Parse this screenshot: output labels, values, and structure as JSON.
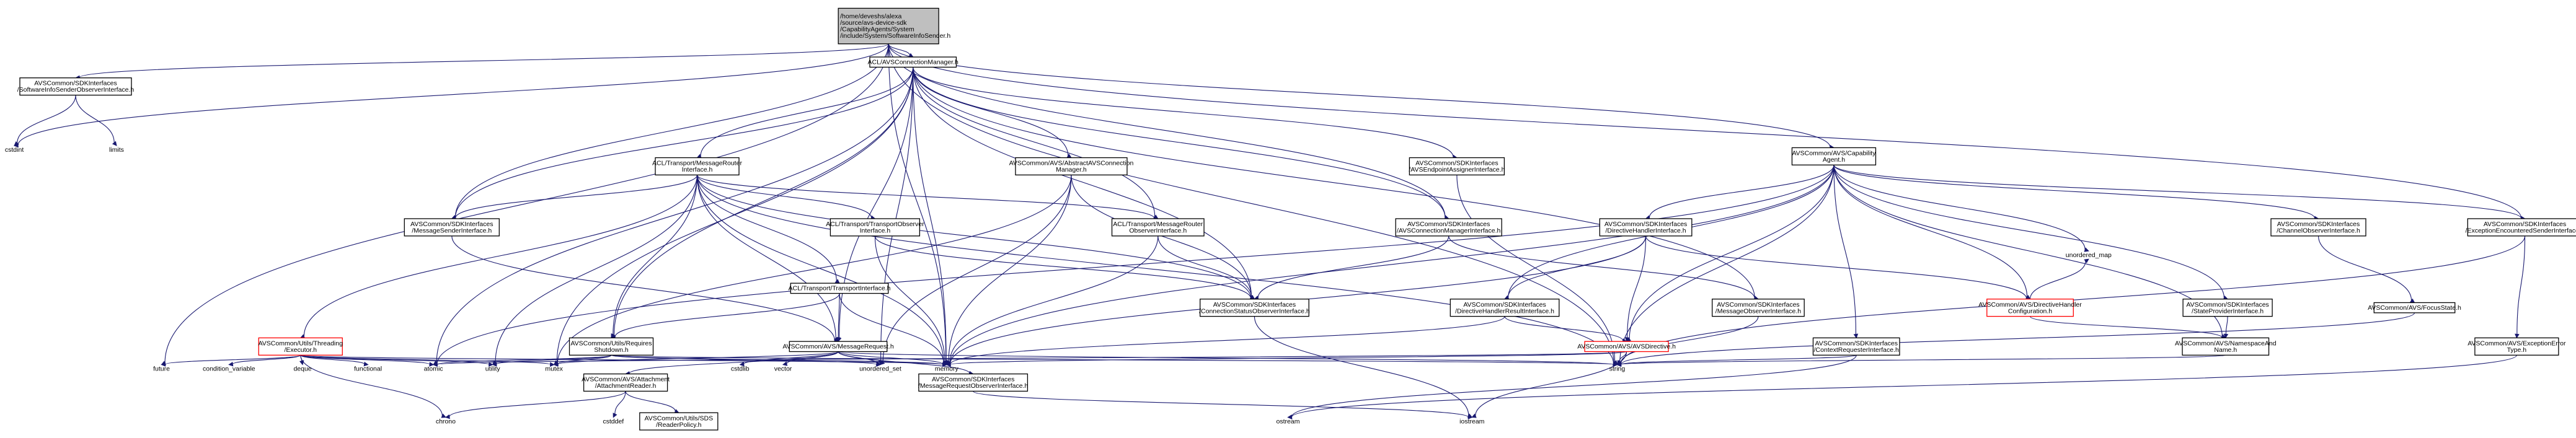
{
  "diagram": {
    "type": "include-dependency-graph",
    "colors": {
      "edge": "#191970",
      "root_fill": "#bfbfbf",
      "node_border": "#000000",
      "truncated_border": "#ff0000",
      "background": "#ffffff"
    },
    "nodes": [
      {
        "id": "root",
        "kind": "box",
        "style": "root",
        "lines": [
          "/home/deveshs/alexa",
          "/source/avs-device-sdk",
          "/CapabilityAgents/System",
          "/include/System/SoftwareInfoSender.h"
        ]
      },
      {
        "id": "acl_conn",
        "kind": "box",
        "lines": [
          "ACL/AVSConnectionManager.h"
        ]
      },
      {
        "id": "swinfo_obs",
        "kind": "box",
        "lines": [
          "AVSCommon/SDKInterfaces",
          "/SoftwareInfoSenderObserverInterface.h"
        ]
      },
      {
        "id": "cap_agent",
        "kind": "box",
        "lines": [
          "AVSCommon/AVS/Capability",
          "Agent.h"
        ]
      },
      {
        "id": "exc_sender",
        "kind": "box",
        "lines": [
          "AVSCommon/SDKInterfaces",
          "/ExceptionEncounteredSenderInterface.h"
        ]
      },
      {
        "id": "msg_router_if",
        "kind": "box",
        "lines": [
          "ACL/Transport/MessageRouter",
          "Interface.h"
        ]
      },
      {
        "id": "abstract_conn",
        "kind": "box",
        "lines": [
          "AVSCommon/AVS/AbstractAVSConnection",
          "Manager.h"
        ]
      },
      {
        "id": "endpoint_assigner",
        "kind": "box",
        "lines": [
          "AVSCommon/SDKInterfaces",
          "/AVSEndpointAssignerInterface.h"
        ]
      },
      {
        "id": "msg_sender_if",
        "kind": "box",
        "lines": [
          "AVSCommon/SDKInterfaces",
          "/MessageSenderInterface.h"
        ]
      },
      {
        "id": "transport_obs",
        "kind": "box",
        "lines": [
          "ACL/Transport/TransportObserver",
          "Interface.h"
        ]
      },
      {
        "id": "msg_router_obs",
        "kind": "box",
        "lines": [
          "ACL/Transport/MessageRouter",
          "ObserverInterface.h"
        ]
      },
      {
        "id": "avs_conn_mgr_if",
        "kind": "box",
        "lines": [
          "AVSCommon/SDKInterfaces",
          "/AVSConnectionManagerInterface.h"
        ]
      },
      {
        "id": "directive_handler_if",
        "kind": "box",
        "lines": [
          "AVSCommon/SDKInterfaces",
          "/DirectiveHandlerInterface.h"
        ]
      },
      {
        "id": "channel_obs",
        "kind": "box",
        "lines": [
          "AVSCommon/SDKInterfaces",
          "/ChannelObserverInterface.h"
        ]
      },
      {
        "id": "transport_if",
        "kind": "box",
        "lines": [
          "ACL/Transport/TransportInterface.h"
        ]
      },
      {
        "id": "conn_status_obs",
        "kind": "box",
        "lines": [
          "AVSCommon/SDKInterfaces",
          "/ConnectionStatusObserverInterface.h"
        ]
      },
      {
        "id": "directive_result_if",
        "kind": "box",
        "lines": [
          "AVSCommon/SDKInterfaces",
          "/DirectiveHandlerResultInterface.h"
        ]
      },
      {
        "id": "msg_obs_if",
        "kind": "box",
        "lines": [
          "AVSCommon/SDKInterfaces",
          "/MessageObserverInterface.h"
        ]
      },
      {
        "id": "directive_handler_cfg",
        "kind": "box",
        "style": "truncated",
        "lines": [
          "AVSCommon/AVS/DirectiveHandler",
          "Configuration.h"
        ]
      },
      {
        "id": "state_provider_if",
        "kind": "box",
        "lines": [
          "AVSCommon/SDKInterfaces",
          "/StateProviderInterface.h"
        ]
      },
      {
        "id": "focus_state",
        "kind": "box",
        "lines": [
          "AVSCommon/AVS/FocusState.h"
        ]
      },
      {
        "id": "executor",
        "kind": "box",
        "style": "truncated",
        "lines": [
          "AVSCommon/Utils/Threading",
          "/Executor.h"
        ]
      },
      {
        "id": "requires_shutdown",
        "kind": "box",
        "lines": [
          "AVSCommon/Utils/Requires",
          "Shutdown.h"
        ]
      },
      {
        "id": "message_request",
        "kind": "box",
        "lines": [
          "AVSCommon/AVS/MessageRequest.h"
        ]
      },
      {
        "id": "avs_directive",
        "kind": "box",
        "style": "truncated",
        "lines": [
          "AVSCommon/AVS/AVSDirective.h"
        ]
      },
      {
        "id": "namespace_name",
        "kind": "box",
        "lines": [
          "AVSCommon/AVS/NamespaceAnd",
          "Name.h"
        ]
      },
      {
        "id": "context_requester_if",
        "kind": "box",
        "lines": [
          "AVSCommon/SDKInterfaces",
          "/ContextRequesterInterface.h"
        ]
      },
      {
        "id": "exception_error_type",
        "kind": "box",
        "lines": [
          "AVSCommon/AVS/ExceptionError",
          "Type.h"
        ]
      },
      {
        "id": "attachment_reader",
        "kind": "box",
        "lines": [
          "AVSCommon/AVS/Attachment",
          "/AttachmentReader.h"
        ]
      },
      {
        "id": "msg_req_obs_if",
        "kind": "box",
        "lines": [
          "AVSCommon/SDKInterfaces",
          "/MessageRequestObserverInterface.h"
        ]
      },
      {
        "id": "reader_policy",
        "kind": "box",
        "lines": [
          "AVSCommon/Utils/SDS",
          "/ReaderPolicy.h"
        ]
      },
      {
        "id": "cstdint",
        "kind": "system",
        "lines": [
          "cstdint"
        ]
      },
      {
        "id": "limits",
        "kind": "system",
        "lines": [
          "limits"
        ]
      },
      {
        "id": "future",
        "kind": "system",
        "lines": [
          "future"
        ]
      },
      {
        "id": "condition_variable",
        "kind": "system",
        "lines": [
          "condition_variable"
        ]
      },
      {
        "id": "deque",
        "kind": "system",
        "lines": [
          "deque"
        ]
      },
      {
        "id": "functional",
        "kind": "system",
        "lines": [
          "functional"
        ]
      },
      {
        "id": "atomic",
        "kind": "system",
        "lines": [
          "atomic"
        ]
      },
      {
        "id": "utility",
        "kind": "system",
        "lines": [
          "utility"
        ]
      },
      {
        "id": "mutex",
        "kind": "system",
        "lines": [
          "mutex"
        ]
      },
      {
        "id": "cstdlib",
        "kind": "system",
        "lines": [
          "cstdlib"
        ]
      },
      {
        "id": "vector",
        "kind": "system",
        "lines": [
          "vector"
        ]
      },
      {
        "id": "unordered_set",
        "kind": "system",
        "lines": [
          "unordered_set"
        ]
      },
      {
        "id": "memory",
        "kind": "system",
        "lines": [
          "memory"
        ]
      },
      {
        "id": "chrono",
        "kind": "system",
        "lines": [
          "chrono"
        ]
      },
      {
        "id": "cstddef",
        "kind": "system",
        "lines": [
          "cstddef"
        ]
      },
      {
        "id": "ostream",
        "kind": "system",
        "lines": [
          "ostream"
        ]
      },
      {
        "id": "iostream",
        "kind": "system",
        "lines": [
          "iostream"
        ]
      },
      {
        "id": "unordered_map",
        "kind": "system",
        "lines": [
          "unordered_map"
        ]
      },
      {
        "id": "string",
        "kind": "system",
        "lines": [
          "string"
        ]
      }
    ],
    "edges": [
      [
        "root",
        "acl_conn"
      ],
      [
        "root",
        "swinfo_obs"
      ],
      [
        "root",
        "cap_agent"
      ],
      [
        "root",
        "exc_sender"
      ],
      [
        "root",
        "cstdint"
      ],
      [
        "root",
        "msg_sender_if"
      ],
      [
        "root",
        "avs_conn_mgr_if"
      ],
      [
        "root",
        "future"
      ],
      [
        "root",
        "memory"
      ],
      [
        "root",
        "string"
      ],
      [
        "swinfo_obs",
        "cstdint"
      ],
      [
        "swinfo_obs",
        "limits"
      ],
      [
        "acl_conn",
        "msg_router_if"
      ],
      [
        "acl_conn",
        "abstract_conn"
      ],
      [
        "acl_conn",
        "endpoint_assigner"
      ],
      [
        "acl_conn",
        "msg_sender_if"
      ],
      [
        "acl_conn",
        "msg_router_obs"
      ],
      [
        "acl_conn",
        "avs_conn_mgr_if"
      ],
      [
        "acl_conn",
        "conn_status_obs"
      ],
      [
        "acl_conn",
        "requires_shutdown"
      ],
      [
        "acl_conn",
        "message_request"
      ],
      [
        "acl_conn",
        "atomic"
      ],
      [
        "acl_conn",
        "mutex"
      ],
      [
        "acl_conn",
        "unordered_set"
      ],
      [
        "acl_conn",
        "memory"
      ],
      [
        "acl_conn",
        "msg_obs_if"
      ],
      [
        "msg_router_if",
        "msg_sender_if"
      ],
      [
        "msg_router_if",
        "transport_obs"
      ],
      [
        "msg_router_if",
        "msg_router_obs"
      ],
      [
        "msg_router_if",
        "transport_if"
      ],
      [
        "msg_router_if",
        "executor"
      ],
      [
        "msg_router_if",
        "requires_shutdown"
      ],
      [
        "msg_router_if",
        "message_request"
      ],
      [
        "msg_router_if",
        "memory"
      ],
      [
        "msg_router_if",
        "utility"
      ],
      [
        "msg_router_if",
        "string"
      ],
      [
        "msg_router_if",
        "conn_status_obs"
      ],
      [
        "abstract_conn",
        "conn_status_obs"
      ],
      [
        "abstract_conn",
        "memory"
      ],
      [
        "abstract_conn",
        "unordered_set"
      ],
      [
        "abstract_conn",
        "mutex"
      ],
      [
        "endpoint_assigner",
        "string"
      ],
      [
        "msg_sender_if",
        "message_request"
      ],
      [
        "transport_obs",
        "conn_status_obs"
      ],
      [
        "transport_obs",
        "memory"
      ],
      [
        "msg_router_obs",
        "conn_status_obs"
      ],
      [
        "msg_router_obs",
        "memory"
      ],
      [
        "avs_conn_mgr_if",
        "conn_status_obs"
      ],
      [
        "avs_conn_mgr_if",
        "msg_obs_if"
      ],
      [
        "transport_if",
        "message_request"
      ],
      [
        "transport_if",
        "requires_shutdown"
      ],
      [
        "transport_if",
        "memory"
      ],
      [
        "conn_status_obs",
        "iostream"
      ],
      [
        "executor",
        "future"
      ],
      [
        "executor",
        "condition_variable"
      ],
      [
        "executor",
        "deque"
      ],
      [
        "executor",
        "functional"
      ],
      [
        "executor",
        "atomic"
      ],
      [
        "executor",
        "utility"
      ],
      [
        "executor",
        "mutex"
      ],
      [
        "executor",
        "chrono"
      ],
      [
        "executor",
        "memory"
      ],
      [
        "requires_shutdown",
        "atomic"
      ],
      [
        "requires_shutdown",
        "utility"
      ],
      [
        "requires_shutdown",
        "mutex"
      ],
      [
        "requires_shutdown",
        "unordered_set"
      ],
      [
        "requires_shutdown",
        "memory"
      ],
      [
        "requires_shutdown",
        "string"
      ],
      [
        "message_request",
        "attachment_reader"
      ],
      [
        "message_request",
        "msg_req_obs_if"
      ],
      [
        "message_request",
        "cstdlib"
      ],
      [
        "message_request",
        "vector"
      ],
      [
        "message_request",
        "unordered_set"
      ],
      [
        "message_request",
        "memory"
      ],
      [
        "message_request",
        "mutex"
      ],
      [
        "message_request",
        "string"
      ],
      [
        "attachment_reader",
        "reader_policy"
      ],
      [
        "attachment_reader",
        "chrono"
      ],
      [
        "attachment_reader",
        "cstddef"
      ],
      [
        "msg_req_obs_if",
        "iostream"
      ],
      [
        "cap_agent",
        "directive_handler_if"
      ],
      [
        "cap_agent",
        "channel_obs"
      ],
      [
        "cap_agent",
        "directive_result_if"
      ],
      [
        "cap_agent",
        "avs_directive"
      ],
      [
        "cap_agent",
        "directive_handler_cfg"
      ],
      [
        "cap_agent",
        "state_provider_if"
      ],
      [
        "cap_agent",
        "context_requester_if"
      ],
      [
        "cap_agent",
        "exc_sender"
      ],
      [
        "cap_agent",
        "namespace_name"
      ],
      [
        "cap_agent",
        "unordered_map"
      ],
      [
        "cap_agent",
        "memory"
      ],
      [
        "cap_agent",
        "string"
      ],
      [
        "cap_agent",
        "atomic"
      ],
      [
        "directive_handler_if",
        "directive_result_if"
      ],
      [
        "directive_handler_if",
        "avs_directive"
      ],
      [
        "directive_handler_if",
        "directive_handler_cfg"
      ],
      [
        "directive_handler_if",
        "memory"
      ],
      [
        "directive_result_if",
        "memory"
      ],
      [
        "directive_result_if",
        "avs_directive"
      ],
      [
        "avs_directive",
        "memory"
      ],
      [
        "avs_directive",
        "string"
      ],
      [
        "avs_directive",
        "iostream"
      ],
      [
        "avs_directive",
        "atomic"
      ],
      [
        "msg_obs_if",
        "string"
      ],
      [
        "directive_handler_cfg",
        "namespace_name"
      ],
      [
        "directive_handler_cfg",
        "unordered_map"
      ],
      [
        "channel_obs",
        "focus_state"
      ],
      [
        "focus_state",
        "string"
      ],
      [
        "state_provider_if",
        "namespace_name"
      ],
      [
        "namespace_name",
        "string"
      ],
      [
        "context_requester_if",
        "string"
      ],
      [
        "context_requester_if",
        "ostream"
      ],
      [
        "exc_sender",
        "exception_error_type"
      ],
      [
        "exc_sender",
        "string"
      ],
      [
        "exception_error_type",
        "ostream"
      ]
    ]
  }
}
